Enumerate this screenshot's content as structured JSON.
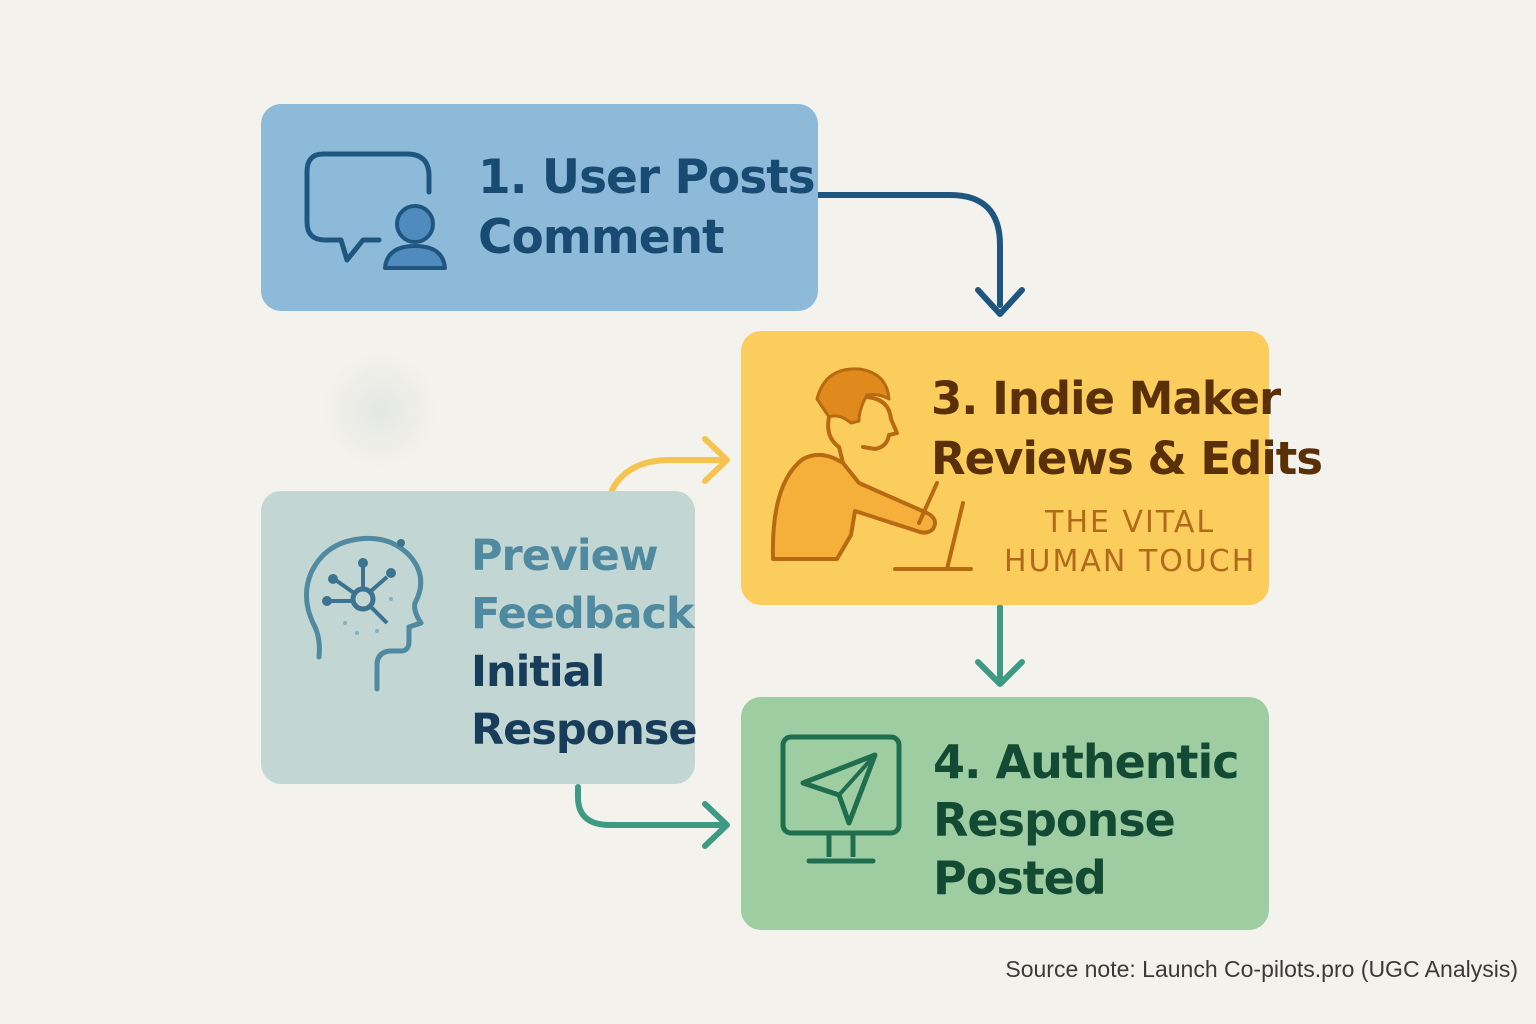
{
  "steps": {
    "step1": {
      "line1": "1. User Posts",
      "line2": "Comment"
    },
    "step2": {
      "line1": "Preview",
      "line2": "Feedback",
      "line3": "Initial",
      "line4": "Response"
    },
    "step3": {
      "line1": "3. Indie Maker",
      "line2": "Reviews & Edits",
      "tag_line1": "THE VITAL",
      "tag_line2": "HUMAN TOUCH"
    },
    "step4": {
      "line1": "4. Authentic",
      "line2": "Response",
      "line3": "Posted"
    }
  },
  "source_note": "Source note: Launch Co-pilots.pro (UGC Analysis)",
  "colors": {
    "step1": "#8dbad8",
    "step2": "#c2d7d3",
    "step3": "#fbcd5c",
    "step4": "#9ecda2",
    "arrow_blue": "#1f5680",
    "arrow_yellow": "#f5c450",
    "arrow_teal": "#3f9a84"
  },
  "icons": [
    "comment-user-icon",
    "ai-head-icon",
    "person-laptop-icon",
    "monitor-send-icon",
    "gear-icon"
  ]
}
